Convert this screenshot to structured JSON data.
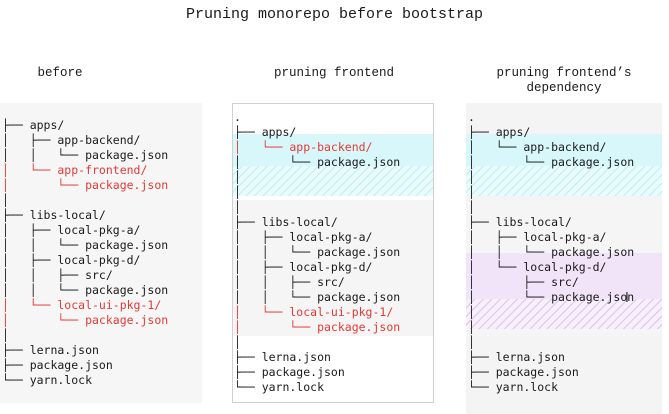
{
  "title": "Pruning monorepo before bootstrap",
  "columns": [
    {
      "heading": "before",
      "lines": [
        {
          "text": "├── apps/",
          "red": false
        },
        {
          "text": "│   ├── app-backend/",
          "red": false
        },
        {
          "text": "│   │   └── package.json",
          "red": false
        },
        {
          "text": "│   └── app-frontend/",
          "red": true
        },
        {
          "text": "│       └── package.json",
          "red": true
        },
        {
          "text": "│",
          "red": false
        },
        {
          "text": "├── libs-local/",
          "red": false
        },
        {
          "text": "│   ├── local-pkg-a/",
          "red": false
        },
        {
          "text": "│   │   └── package.json",
          "red": false
        },
        {
          "text": "│   ├── local-pkg-d/",
          "red": false
        },
        {
          "text": "│   │   ├── src/",
          "red": false
        },
        {
          "text": "│   │   └── package.json",
          "red": false
        },
        {
          "text": "│   └── local-ui-pkg-1/",
          "red": true
        },
        {
          "text": "│       └── package.json",
          "red": true
        },
        {
          "text": "│",
          "red": false
        },
        {
          "text": "├── lerna.json",
          "red": false
        },
        {
          "text": "├── package.json",
          "red": false
        },
        {
          "text": "└── yarn.lock",
          "red": false
        }
      ]
    },
    {
      "heading": "pruning frontend",
      "lines": [
        {
          "text": ".",
          "red": false
        },
        {
          "text": "├── apps/",
          "red": false
        },
        {
          "text": "│   └── app-backend/",
          "red": true
        },
        {
          "text": "│       └── package.json",
          "red": false
        },
        {
          "text": "│",
          "red": false
        },
        {
          "text": "│",
          "red": false
        },
        {
          "text": "│",
          "red": false
        },
        {
          "text": "├── libs-local/",
          "red": false
        },
        {
          "text": "│   ├── local-pkg-a/",
          "red": false
        },
        {
          "text": "│   │   └── package.json",
          "red": false
        },
        {
          "text": "│   ├── local-pkg-d/",
          "red": false
        },
        {
          "text": "│   │   ├── src/",
          "red": false
        },
        {
          "text": "│   │   └── package.json",
          "red": false
        },
        {
          "text": "│   └── local-ui-pkg-1/",
          "red": true
        },
        {
          "text": "│       └── package.json",
          "red": true
        },
        {
          "text": "│",
          "red": false
        },
        {
          "text": "├── lerna.json",
          "red": false
        },
        {
          "text": "├── package.json",
          "red": false
        },
        {
          "text": "└── yarn.lock",
          "red": false
        }
      ]
    },
    {
      "heading": "pruning frontend’s dependency",
      "lines": [
        {
          "text": ".",
          "red": false
        },
        {
          "text": "├── apps/",
          "red": false
        },
        {
          "text": "│   └── app-backend/",
          "red": false
        },
        {
          "text": "│       └── package.json",
          "red": false
        },
        {
          "text": "│",
          "red": false
        },
        {
          "text": "│",
          "red": false
        },
        {
          "text": "│",
          "red": false
        },
        {
          "text": "├── libs-local/",
          "red": false
        },
        {
          "text": "│   ├── local-pkg-a/",
          "red": false
        },
        {
          "text": "│   │   └── package.json",
          "red": false
        },
        {
          "text": "│   └── local-pkg-d/",
          "red": false
        },
        {
          "text": "│       ├── src/",
          "red": false
        },
        {
          "text": "│       └── package.json",
          "red": false
        },
        {
          "text": "│",
          "red": false
        },
        {
          "text": "│",
          "red": false
        },
        {
          "text": "│",
          "red": false
        },
        {
          "text": "├── lerna.json",
          "red": false
        },
        {
          "text": "├── package.json",
          "red": false
        },
        {
          "text": "└── yarn.lock",
          "red": false
        }
      ]
    }
  ],
  "colors": {
    "removed_text": "#e53935",
    "kept_highlight": "#d8f7fa",
    "dependency_highlight": "#f2e4f8"
  },
  "cursor": "I-beam"
}
